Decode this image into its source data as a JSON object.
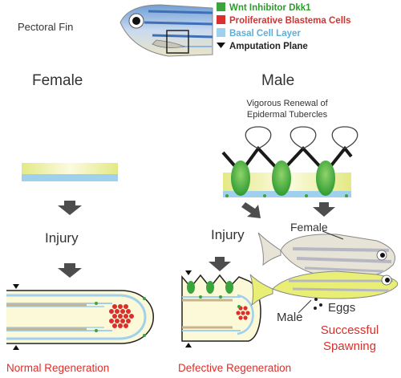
{
  "fish_label": "Pectoral Fin",
  "legend": [
    {
      "label": "Wnt Inhibitor Dkk1",
      "color": "#3aa53a",
      "text_color": "#2e9a2e",
      "shape": "square"
    },
    {
      "label": "Proliferative Blastema Cells",
      "color": "#d9302c",
      "text_color": "#d9302c",
      "shape": "square"
    },
    {
      "label": "Basal Cell Layer",
      "color": "#9fd0ee",
      "text_color": "#5aaee0",
      "shape": "square"
    },
    {
      "label": "Amputation Plane",
      "color": "#111111",
      "text_color": "#222222",
      "shape": "triangle"
    }
  ],
  "female_heading": "Female",
  "male_heading": "Male",
  "male_caption_line1": "Vigorous Renewal of",
  "male_caption_line2": "Epidermal Tubercles",
  "female_injury": "Injury",
  "male_injury": "Injury",
  "mating_female_label": "Female",
  "mating_male_label": "Male",
  "eggs_label": "Eggs",
  "successful_line1": "Successful",
  "successful_line2": "Spawning",
  "normal_regeneration": "Normal Regeneration",
  "defective_regeneration": "Defective Regeneration",
  "colors": {
    "outcome_red": "#d9302c",
    "epidermis_yellow": "#f4f2a6",
    "arrow_gray": "#4d4d4d",
    "fish_blue": "#7ea8d6"
  }
}
